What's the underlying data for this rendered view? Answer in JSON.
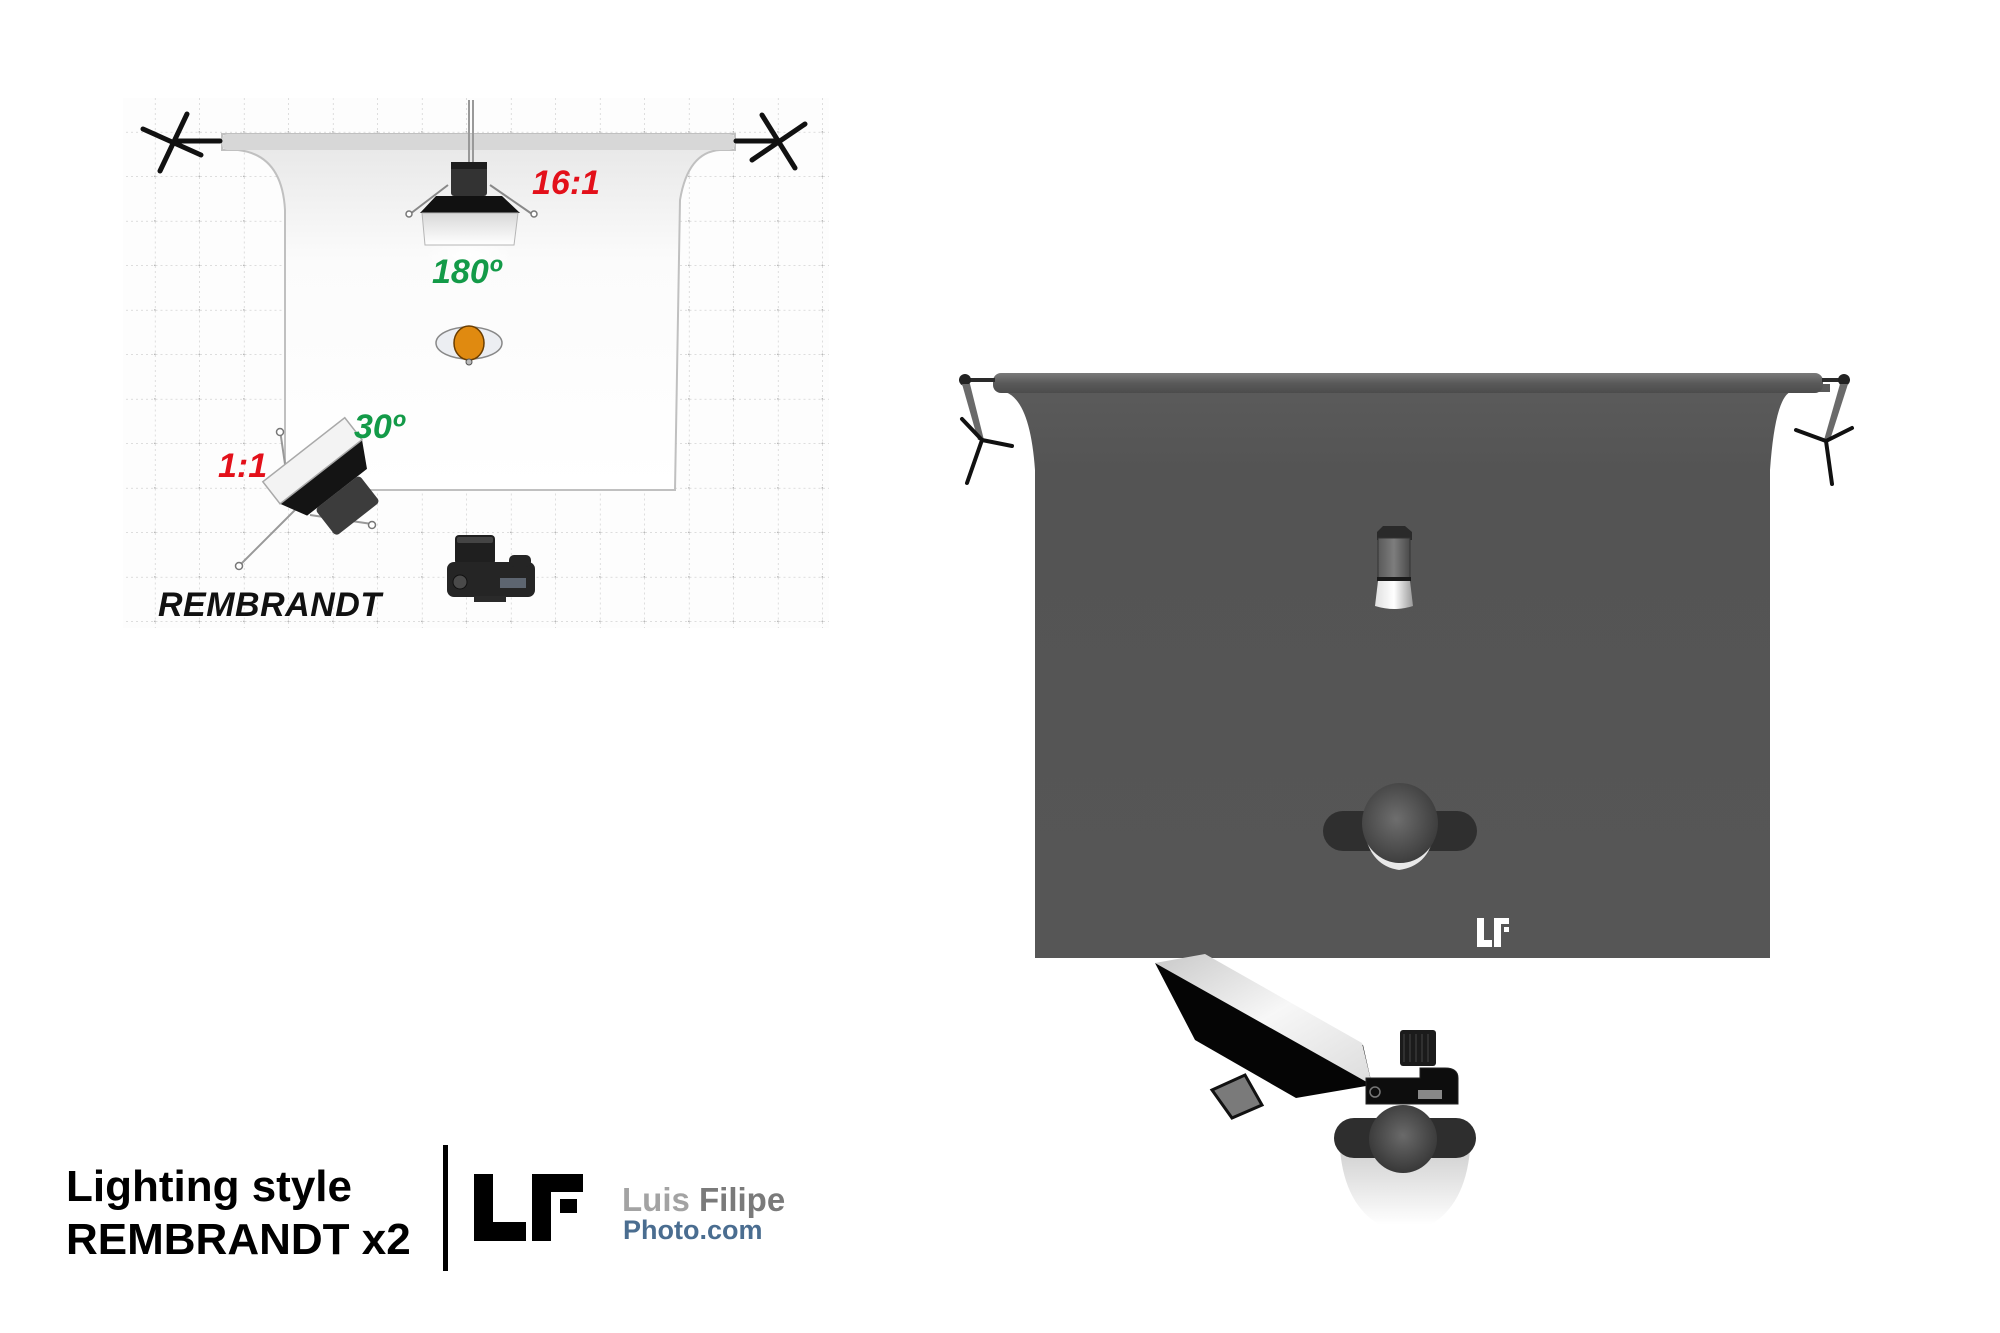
{
  "caption": {
    "line1": "Lighting style",
    "line2": "REMBRANDT x2"
  },
  "brand": {
    "logo_mark": "LF",
    "name_part1": "Luis",
    "name_part2": "Filipe",
    "domain": "Photo.com",
    "colors": {
      "part1": "#a3a3a3",
      "part2": "#7a7a7a",
      "domain": "#4a6d90"
    }
  },
  "diagram_top_view": {
    "style_label": "REMBRANDT",
    "background": "white backdrop on dotted grid",
    "lights": [
      {
        "id": "key-light",
        "type": "softbox",
        "ratio_label": "1:1",
        "angle_label": "30º",
        "position": "front-left"
      },
      {
        "id": "back-light",
        "type": "softbox",
        "ratio_label": "16:1",
        "angle_label": "180º",
        "position": "behind subject"
      }
    ],
    "subject": {
      "type": "person",
      "head_color": "#e08a10"
    },
    "camera": {
      "type": "dslr",
      "position": "front"
    },
    "colors": {
      "ratio": "#e3101a",
      "angle": "#139a48"
    }
  },
  "diagram_3d_view": {
    "backdrop_color": "#565656",
    "watermark": "LF",
    "items": [
      "background stand left",
      "background stand right",
      "strobe head",
      "subject",
      "softbox key light",
      "camera",
      "photographer"
    ]
  }
}
